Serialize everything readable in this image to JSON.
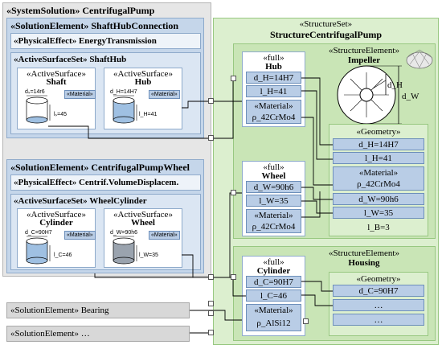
{
  "system": {
    "title": "«SystemSolution» CentrifugalPump"
  },
  "shaft_hub": {
    "title": "«SolutionElement» ShaftHubConnection",
    "effect": "«PhysicalEffect» EnergyTransmission",
    "surface_set": "«ActiveSurfaceSet» ShaftHub",
    "shaft": {
      "stereo": "«ActiveSurface»",
      "name": "Shaft",
      "dim": "dₛ=14r6",
      "material": "«Material»",
      "len": "lₛ=45"
    },
    "hub": {
      "stereo": "«ActiveSurface»",
      "name": "Hub",
      "dim": "d_H=14H7",
      "material": "«Material»",
      "len": "l_H=41"
    }
  },
  "pump_wheel": {
    "title": "«SolutionElement» CentrifugalPumpWheel",
    "effect": "«PhysicalEffect» Centrif.VolumeDisplacem.",
    "surface_set": "«ActiveSurfaceSet» WheelCylinder",
    "cylinder": {
      "stereo": "«ActiveSurface»",
      "name": "Cylinder",
      "dim": "d_C=90H7",
      "material": "«Material»",
      "len": "l_C=46"
    },
    "wheel": {
      "stereo": "«ActiveSurface»",
      "name": "Wheel",
      "dim": "d_W=90h6",
      "material": "«Material»",
      "len": "l_W=35"
    }
  },
  "bearing": {
    "title": "«SolutionElement» Bearing"
  },
  "more": {
    "title": "«SolutionElement» …"
  },
  "structure_set": {
    "stereo": "«StructureSet»",
    "name": "StructureCentrifugalPump"
  },
  "impeller": {
    "stereo": "«StructureElement»",
    "name": "Impeller",
    "drawing_labels": {
      "dh": "d_H",
      "dw": "d_W"
    },
    "geometry": {
      "title": "«Geometry»",
      "rows": [
        "d_H=14H7",
        "l_H=41"
      ]
    },
    "material": {
      "title": "«Material»",
      "value": "ρ_42CrMo4"
    },
    "rows2": [
      "d_W=90h6",
      "l_W=35",
      "l_B=3"
    ]
  },
  "full_hub": {
    "stereo": "«full»",
    "name": "Hub",
    "rows": [
      "d_H=14H7",
      "l_H=41"
    ],
    "mat_title": "«Material»",
    "mat_value": "ρ_42CrMo4"
  },
  "full_wheel": {
    "stereo": "«full»",
    "name": "Wheel",
    "rows": [
      "d_W=90h6",
      "l_W=35"
    ],
    "mat_title": "«Material»",
    "mat_value": "ρ_42CrMo4"
  },
  "housing": {
    "stereo": "«StructureElement»",
    "name": "Housing",
    "geometry": {
      "title": "«Geometry»",
      "rows": [
        "d_C=90H7",
        "…",
        "…"
      ]
    }
  },
  "full_cyl": {
    "stereo": "«full»",
    "name": "Cylinder",
    "rows": [
      "d_C=90H7",
      "l_C=46"
    ],
    "mat_title": "«Material»",
    "mat_value": "ρ_AlSi12"
  }
}
